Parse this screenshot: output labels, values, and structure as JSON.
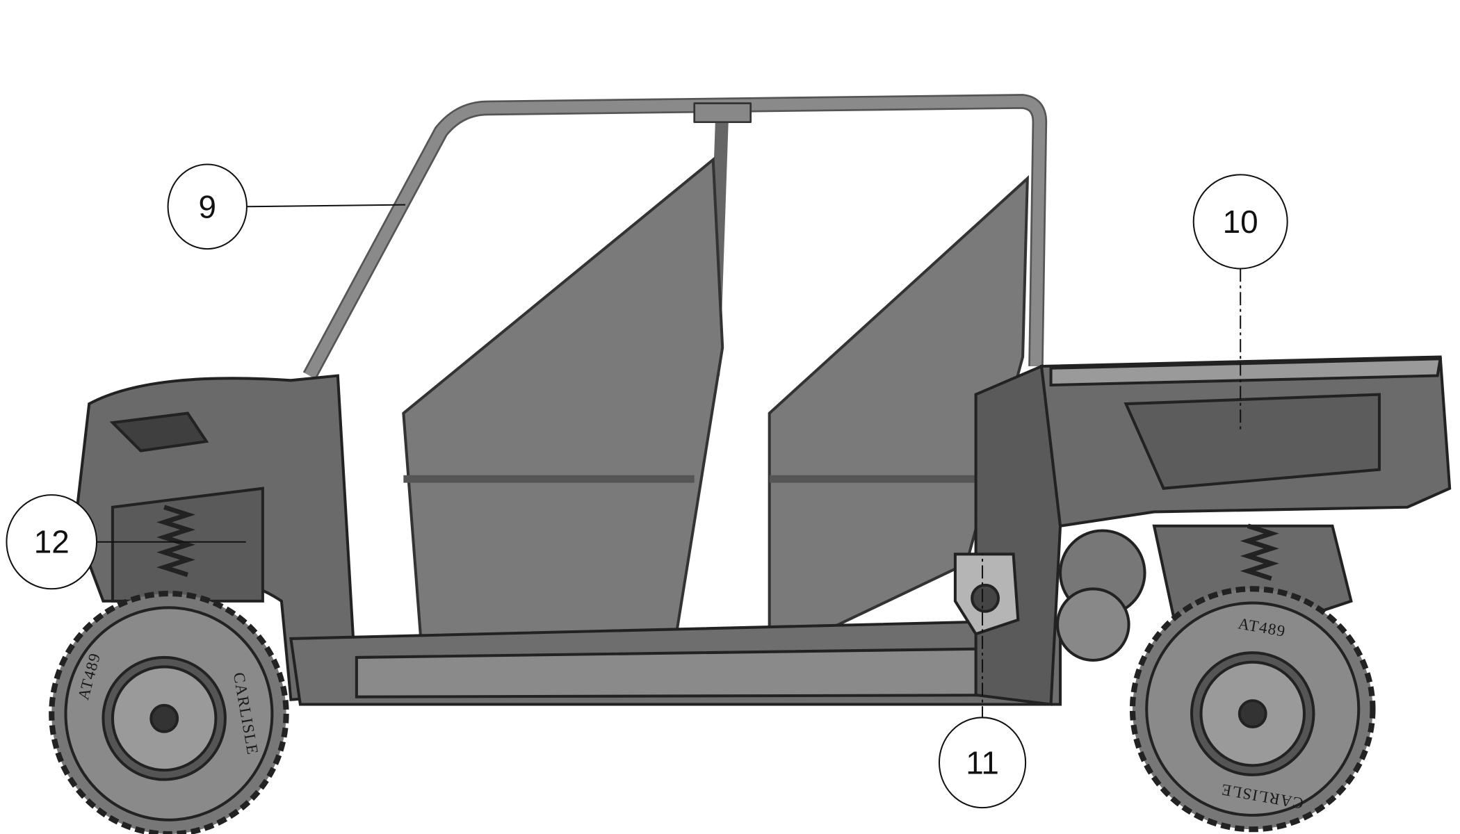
{
  "diagram": {
    "callouts": [
      {
        "id": "callout-9",
        "label": "9"
      },
      {
        "id": "callout-10",
        "label": "10"
      },
      {
        "id": "callout-11",
        "label": "11"
      },
      {
        "id": "callout-12",
        "label": "12"
      }
    ],
    "tire_lettering": [
      "CARLISLE",
      "AT489"
    ],
    "colors": {
      "body": "#6e6e6e",
      "body_dark": "#4a4a4a",
      "body_light": "#9a9a9a",
      "outline": "#222222",
      "background": "#ffffff"
    }
  }
}
